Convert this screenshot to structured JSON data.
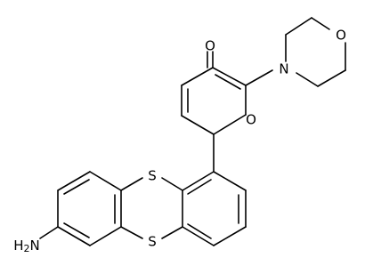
{
  "figure": {
    "type": "chemical-structure",
    "atom_labels": {
      "carbonyl_oxygen": "O",
      "ring_oxygen": "O",
      "morpholine_nitrogen": "N",
      "morpholine_oxygen": "O",
      "sulfur_top": "S",
      "sulfur_bottom": "S",
      "amine": "H2N"
    },
    "colors": {
      "bond": "#000000",
      "label": "#000000",
      "background": "#ffffff"
    }
  }
}
